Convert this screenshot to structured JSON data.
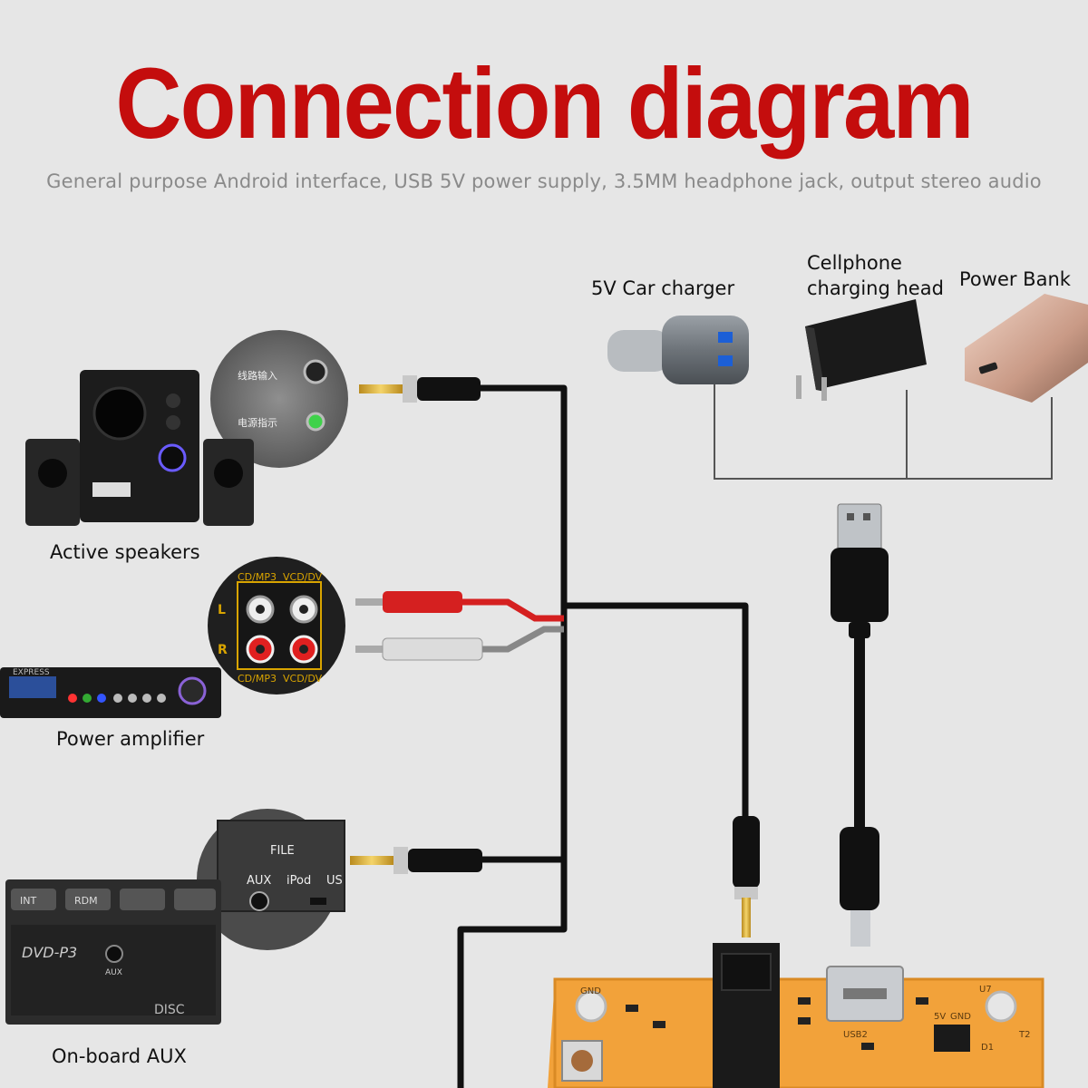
{
  "header": {
    "title": "Connection diagram",
    "subtitle": "General purpose Android interface, USB 5V power supply, 3.5MM headphone jack, output stereo audio"
  },
  "power_sources": [
    {
      "label": "5V Car charger"
    },
    {
      "label_line1": "Cellphone",
      "label_line2": "charging head"
    },
    {
      "label": "Power Bank"
    }
  ],
  "devices": [
    {
      "label": "Active speakers",
      "icon": "active-speakers-icon"
    },
    {
      "label": "Power amplifier",
      "icon": "power-amplifier-icon"
    },
    {
      "label": "On-board AUX",
      "icon": "car-stereo-icon"
    }
  ],
  "panel_text": {
    "rca_top_left": "CD/MP3",
    "rca_top_right": "VCD/DV",
    "rca_bottom_left": "CD/MP3",
    "rca_bottom_right": "VCD/DV",
    "rca_left": "L",
    "rca_right": "R",
    "aux_file": "FILE",
    "aux_aux": "AUX",
    "aux_ipod": "iPod",
    "aux_us": "US",
    "car_aux": "AUX",
    "car_btn1": "INT",
    "car_btn2": "RDM",
    "car_logo": "DVD-P3",
    "car_disc": "DISC",
    "amp_brand": "EXPRESS",
    "speaker_panel1": "线路输入",
    "speaker_panel2": "电源指示",
    "pcb_gnd": "GND",
    "pcb_usb2": "USB2",
    "pcb_d1": "D1",
    "pcb_t2": "T2",
    "pcb_u7": "U7",
    "pcb_5v": "5V",
    "pcb_gnd2": "GND"
  },
  "colors": {
    "title": "#c40d0d",
    "subtitle": "#8a8a8a",
    "background": "#e6e6e6",
    "cable": "#111111",
    "pcb": "#f2a23a",
    "wire_gray": "#555555",
    "rca_red": "#d52020",
    "rca_white": "#d8d8d8"
  }
}
